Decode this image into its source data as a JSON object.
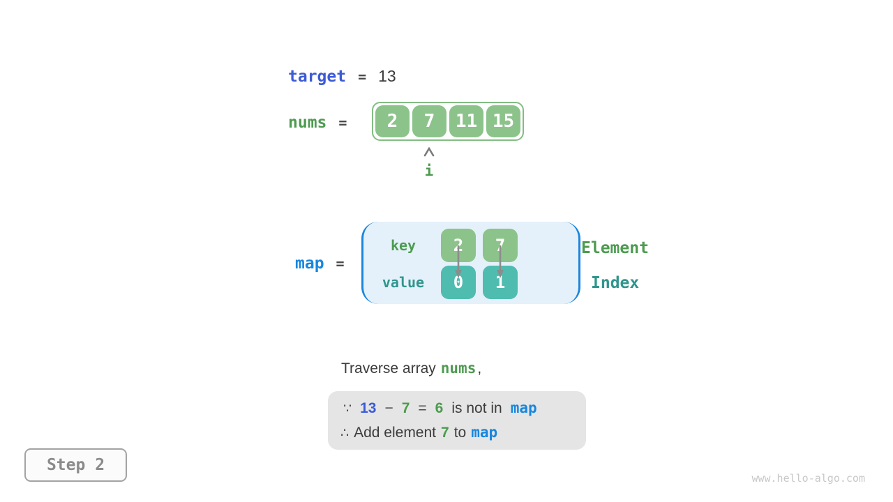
{
  "colors": {
    "royal_blue": "#3c5bd5",
    "azure_blue": "#1886dd",
    "green_text": "#4d9b50",
    "green_box": "#8cc38b",
    "green_border": "#82bd82",
    "teal_box": "#4fbcb0",
    "teal_text": "#2f958d",
    "dark_text": "#3c3c3c",
    "arrow_gray": "#8c8c8c",
    "map_fill": "#e4f1fa",
    "map_bracket": "#1d86dc",
    "note_background": "#e5e5e5",
    "step_gray": "#8b8b8b"
  },
  "target_row": {
    "label": "target",
    "equals": "=",
    "value": "13"
  },
  "nums_row": {
    "label": "nums",
    "equals": "=",
    "cells": [
      "2",
      "7",
      "11",
      "15"
    ],
    "pointer_label": "i"
  },
  "map_row": {
    "label": "map",
    "equals": "=",
    "key_label": "key",
    "value_label": "value",
    "entries": [
      {
        "key": "2",
        "value": "0"
      },
      {
        "key": "7",
        "value": "1"
      }
    ],
    "element_label": "Element",
    "index_label": "Index"
  },
  "caption": {
    "text": "Traverse array",
    "code": "nums",
    "comma": ","
  },
  "note": {
    "line1": {
      "because": "∵",
      "minuend": "13",
      "minus": "−",
      "subtrahend": "7",
      "equals": "=",
      "difference": "6",
      "text": "is not in",
      "map": "map"
    },
    "line2": {
      "therefore": "∴",
      "text1": "Add element",
      "num": "7",
      "text2": "to",
      "map": "map"
    }
  },
  "step_badge": {
    "label": "Step 2"
  },
  "watermark": "www.hello-algo.com"
}
